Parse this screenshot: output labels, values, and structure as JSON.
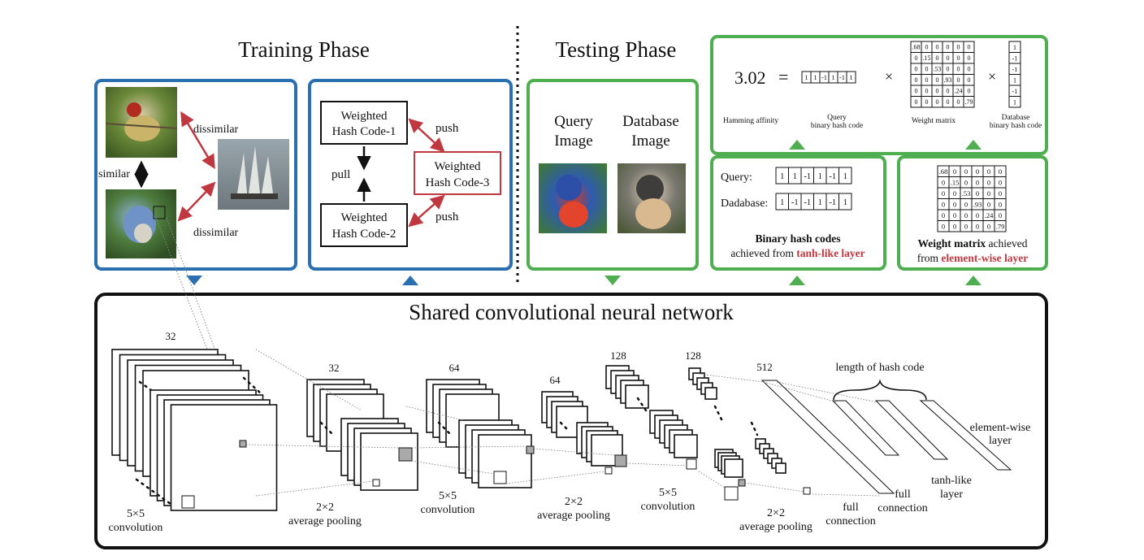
{
  "colors": {
    "training_blue": "#2a6fb0",
    "testing_green": "#4fae4f",
    "accent_red": "#c0383f",
    "black": "#111111"
  },
  "training": {
    "title": "Training Phase",
    "panel1": {
      "similar": "similar",
      "dissimilar_top": "dissimilar",
      "dissimilar_bottom": "dissimilar"
    },
    "panel2": {
      "code1_l1": "Weighted",
      "code1_l2": "Hash Code-1",
      "code2_l1": "Weighted",
      "code2_l2": "Hash Code-2",
      "code3_l1": "Weighted",
      "code3_l2": "Hash Code-3",
      "pull": "pull",
      "push_top": "push",
      "push_bottom": "push"
    }
  },
  "testing": {
    "title": "Testing Phase",
    "query_l1": "Query",
    "query_l2": "Image",
    "db_l1": "Database",
    "db_l2": "Image",
    "formula": {
      "value": "3.02",
      "equals": "=",
      "times": "×",
      "query_code": [
        "1",
        "1",
        "-1",
        "1",
        "-1",
        "1"
      ],
      "db_code": [
        "1",
        "-1",
        "-1",
        "1",
        "-1",
        "1"
      ],
      "weights": [
        ".68",
        ".15",
        ".53",
        ".93",
        ".24",
        ".79"
      ],
      "zero": "0",
      "hamming_label": "Hamming affinity",
      "query_label_l1": "Query",
      "query_label_l2": "binary hash code",
      "weight_label": "Weight matrix",
      "db_label_l1": "Database",
      "db_label_l2": "binary hash code"
    },
    "binary": {
      "query_label": "Query:",
      "db_label": "Dadabase:",
      "caption_bold": "Binary hash codes",
      "caption_l2_a": "achieved from ",
      "caption_l2_b": "tanh-like layer"
    },
    "weightbox": {
      "caption_bold": "Weight matrix",
      "caption_rest": " achieved",
      "caption_l2_a": "from ",
      "caption_l2_b": "element-wise layer"
    }
  },
  "cnn": {
    "title": "Shared convolutional neural network",
    "n32a": "32",
    "n32b": "32",
    "n64a": "64",
    "n64b": "64",
    "n128a": "128",
    "n128b": "128",
    "n512": "512",
    "conv1_l1": "5×5",
    "conv1_l2": "convolution",
    "pool1_l1": "2×2",
    "pool1_l2": "average pooling",
    "conv2_l1": "5×5",
    "conv2_l2": "convolution",
    "pool2_l1": "2×2",
    "pool2_l2": "average pooling",
    "conv3_l1": "5×5",
    "conv3_l2": "convolution",
    "pool3_l1": "2×2",
    "pool3_l2": "average pooling",
    "fc1_l1": "full",
    "fc1_l2": "connection",
    "fc2_l1": "full",
    "fc2_l2": "connection",
    "tanh_l1": "tanh-like",
    "tanh_l2": "layer",
    "ew_l1": "element-wise",
    "ew_l2": "layer",
    "hash_len": "length of hash code"
  }
}
